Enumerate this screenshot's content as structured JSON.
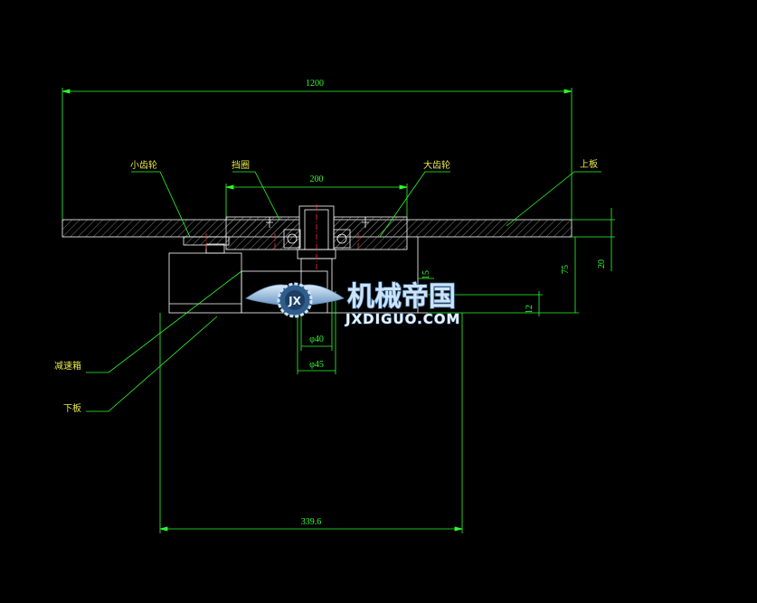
{
  "drawing": {
    "dimensions": {
      "overall_width": "1200",
      "gear_span": "200",
      "bottom_width": "339.6",
      "shaft_dia_inner": "φ40",
      "shaft_dia_outer": "φ45",
      "height_total": "75",
      "plate_height": "20",
      "small_gap": "12",
      "step": "15"
    },
    "labels": {
      "small_gear": "小齿轮",
      "retaining_ring": "挡圈",
      "large_gear": "大齿轮",
      "upper_plate": "上板",
      "reducer": "减速箱",
      "lower_plate": "下板"
    },
    "colors": {
      "background": "#000000",
      "geometry": "#ffffff",
      "dimension": "#2dff2d",
      "hatch": "#cfcfcf",
      "center_line": "#ff3030",
      "label_text": "#e8e84a"
    }
  },
  "watermark": {
    "name_cn": "机械帝国",
    "site": "JXDIGUO.COM",
    "logo_letters": "JX"
  }
}
